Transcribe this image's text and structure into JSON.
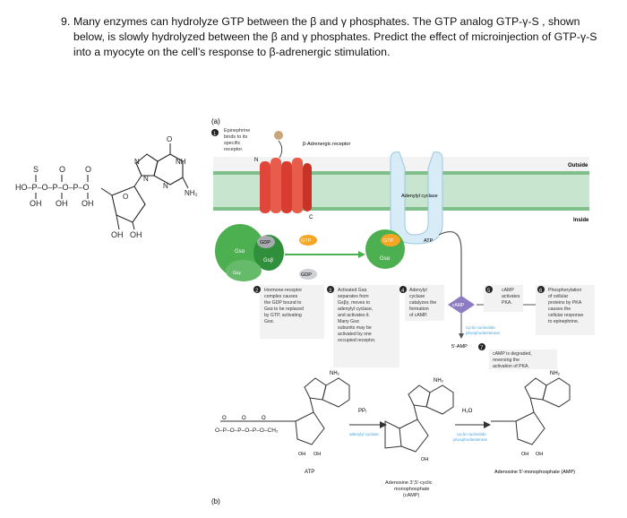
{
  "question": {
    "number": "9.",
    "text": "Many enzymes can hydrolyze GTP between the β and γ phosphates. The GTP analog GTP-γ-S , shown below, is slowly hydrolyzed between the β and γ phosphates. Predict the effect of microinjection of GTP-γ-S into a myocyte on the cell’s response to β-adrenergic stimulation."
  },
  "gtp_analog": {
    "atoms": [
      "S",
      "O",
      "O",
      "O",
      "HO",
      "OH",
      "OH",
      "OH",
      "O",
      "N",
      "NH",
      "NH₂",
      "N",
      "OH",
      "OH"
    ]
  },
  "figure": {
    "panel_a": "(a)",
    "panel_b": "(b)",
    "labels": {
      "outside": "Outside",
      "inside": "Inside",
      "beta_receptor": "β-Adrenergic receptor",
      "adenylyl_cyclase": "Adenylyl cyclase",
      "atp": "ATP",
      "gdp": "GDP",
      "gtp": "GTP",
      "gsa": "Gsα",
      "gsb": "Gsβ",
      "gsg": "Gsγ",
      "n_label": "N",
      "c_label": "C",
      "camp": "cAMP",
      "five_amp": "5′-AMP",
      "pde": "cyclic nucleotide phosphodiesterase"
    },
    "steps": [
      {
        "num": "1",
        "text": "Epinephrine binds to its specific receptor."
      },
      {
        "num": "2",
        "text": "Hormone-receptor complex causes the GDP bound to Gsα to be replaced by GTP, activating Gsα."
      },
      {
        "num": "3",
        "text": "Activated Gsα separates from Gsβγ, moves to adenylyl cyclase, and activates it. Many Gsα subunits may be activated by one occupied receptor."
      },
      {
        "num": "4",
        "text": "Adenylyl cyclase catalyzes the formation of cAMP."
      },
      {
        "num": "5",
        "text": "cAMP activates PKA."
      },
      {
        "num": "6",
        "text": "Phosphorylation of cellular proteins by PKA causes the cellular response to epinephrine."
      },
      {
        "num": "7",
        "text": "cAMP is degraded, reversing the activation of PKA."
      }
    ],
    "panel_b_labels": {
      "atp": "ATP",
      "ppi": "PPᵢ",
      "ac": "adenylyl cyclase",
      "h2o": "H₂O",
      "pde": "cyclic nucleotide phosphodiesterase",
      "camp_name": "Adenosine 3′,5′-cyclic monophosphate (cAMP)",
      "amp_name": "Adenosine 5′-monophosphate (AMP)",
      "nh2": "NH₂"
    }
  },
  "colors": {
    "receptor": "#e0473a",
    "gprotein": "#4caf50",
    "cyclase": "#d7ecf7",
    "membrane": "#9fd3a8",
    "gtp": "#f5a623",
    "camp": "#8e7cc3"
  }
}
